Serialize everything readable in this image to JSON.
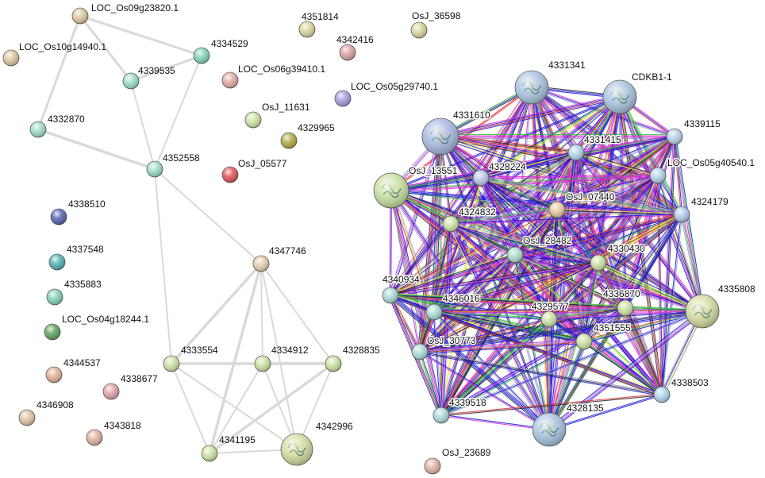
{
  "diagram": {
    "kind": "protein-interaction-network",
    "nodes": [
      {
        "id": "LOC_Os09g23820.1",
        "label": "LOC_Os09g23820.1",
        "color": "#d9c49c",
        "structure": false
      },
      {
        "id": "LOC_Os10g14940.1",
        "label": "LOC_Os10g14940.1",
        "color": "#d9c49c",
        "structure": false
      },
      {
        "id": "4334529",
        "label": "4334529",
        "color": "#7fd4b4",
        "structure": false
      },
      {
        "id": "4339535",
        "label": "4339535",
        "color": "#9adcc4",
        "structure": false
      },
      {
        "id": "4332870",
        "label": "4332870",
        "color": "#9adcc4",
        "structure": false
      },
      {
        "id": "4352558",
        "label": "4352558",
        "color": "#9adcc4",
        "structure": false
      },
      {
        "id": "4351814",
        "label": "4351814",
        "color": "#d8d49a",
        "structure": false
      },
      {
        "id": "OsJ_36598",
        "label": "OsJ_36598",
        "color": "#d8d49a",
        "structure": false
      },
      {
        "id": "4342416",
        "label": "4342416",
        "color": "#d9a0a0",
        "structure": false
      },
      {
        "id": "LOC_Os06g39410.1",
        "label": "LOC_Os06g39410.1",
        "color": "#e0a8a0",
        "structure": false
      },
      {
        "id": "LOC_Os05g29740.1",
        "label": "LOC_Os05g29740.1",
        "color": "#a59ae0",
        "structure": false
      },
      {
        "id": "OsJ_11631",
        "label": "OsJ_11631",
        "color": "#c9e3a0",
        "structure": false
      },
      {
        "id": "4329965",
        "label": "4329965",
        "color": "#b0a840",
        "structure": false
      },
      {
        "id": "OsJ_05577",
        "label": "OsJ_05577",
        "color": "#e05050",
        "structure": false
      },
      {
        "id": "4338510",
        "label": "4338510",
        "color": "#5060b0",
        "structure": false
      },
      {
        "id": "4337548",
        "label": "4337548",
        "color": "#50b0b0",
        "structure": false
      },
      {
        "id": "4335883",
        "label": "4335883",
        "color": "#80d0b0",
        "structure": false
      },
      {
        "id": "LOC_Os04g18244.1",
        "label": "LOC_Os04g18244.1",
        "color": "#5aa05a",
        "structure": false
      },
      {
        "id": "4344537",
        "label": "4344537",
        "color": "#e0b090",
        "structure": false
      },
      {
        "id": "4338677",
        "label": "4338677",
        "color": "#e0a0a8",
        "structure": false
      },
      {
        "id": "4346908",
        "label": "4346908",
        "color": "#e0c0a0",
        "structure": false
      },
      {
        "id": "4343818",
        "label": "4343818",
        "color": "#e0b0a0",
        "structure": false
      },
      {
        "id": "4347746",
        "label": "4347746",
        "color": "#e0cca8",
        "structure": false
      },
      {
        "id": "4333554",
        "label": "4333554",
        "color": "#c9e0a0",
        "structure": false
      },
      {
        "id": "4334912",
        "label": "4334912",
        "color": "#c9e0a0",
        "structure": false
      },
      {
        "id": "4328835",
        "label": "4328835",
        "color": "#c9e0a0",
        "structure": false
      },
      {
        "id": "4341195",
        "label": "4341195",
        "color": "#c9e0a0",
        "structure": false
      },
      {
        "id": "4342996",
        "label": "4342996",
        "color": "#d4dca0",
        "structure": true
      },
      {
        "id": "OsJ_23689",
        "label": "OsJ_23689",
        "color": "#e0b0a0",
        "structure": false
      },
      {
        "id": "4331341",
        "label": "4331341",
        "color": "#a8c4e0",
        "structure": true
      },
      {
        "id": "CDKB1-1",
        "label": "CDKB1-1",
        "color": "#a8c4e0",
        "structure": true
      },
      {
        "id": "4331610",
        "label": "4331610",
        "color": "#a8b8e0",
        "structure": true
      },
      {
        "id": "4339115",
        "label": "4339115",
        "color": "#b0d0e8",
        "structure": false
      },
      {
        "id": "4331415",
        "label": "4331415",
        "color": "#b0d0e8",
        "structure": false
      },
      {
        "id": "LOC_Os05g40540.1",
        "label": "LOC_Os05g40540.1",
        "color": "#b0d0e8",
        "structure": false
      },
      {
        "id": "OsJ_13551",
        "label": "OsJ_13551",
        "color": "#c8e0a0",
        "structure": true
      },
      {
        "id": "4328224",
        "label": "4328224",
        "color": "#b8c4e8",
        "structure": false
      },
      {
        "id": "OsJ_07440",
        "label": "OsJ_07440",
        "color": "#e8c8a0",
        "structure": false
      },
      {
        "id": "4324179",
        "label": "4324179",
        "color": "#b0c8e8",
        "structure": false
      },
      {
        "id": "4324832",
        "label": "4324832",
        "color": "#c9e0a0",
        "structure": false
      },
      {
        "id": "OsJ_28482",
        "label": "OsJ_28482",
        "color": "#a8d8c4",
        "structure": false
      },
      {
        "id": "4330430",
        "label": "4330430",
        "color": "#c9e0a0",
        "structure": false
      },
      {
        "id": "4340934",
        "label": "4340934",
        "color": "#a8d8d4",
        "structure": false
      },
      {
        "id": "4346016",
        "label": "4346016",
        "color": "#a8d8d4",
        "structure": false
      },
      {
        "id": "4336870",
        "label": "4336870",
        "color": "#c9e0a0",
        "structure": false
      },
      {
        "id": "4329577",
        "label": "4329577",
        "color": "#c9e0a0",
        "structure": false
      },
      {
        "id": "4335808",
        "label": "4335808",
        "color": "#d4dca0",
        "structure": true
      },
      {
        "id": "4351555",
        "label": "4351555",
        "color": "#c9e0a0",
        "structure": false
      },
      {
        "id": "OsJ_30773",
        "label": "OsJ_30773",
        "color": "#a8d8d4",
        "structure": false
      },
      {
        "id": "4338503",
        "label": "4338503",
        "color": "#a8d4e8",
        "structure": false
      },
      {
        "id": "4339518",
        "label": "4339518",
        "color": "#a8d8d4",
        "structure": false
      },
      {
        "id": "4328135",
        "label": "4328135",
        "color": "#a8c4e0",
        "structure": true
      }
    ],
    "edges_left": [
      [
        "LOC_Os09g23820.1",
        "4334529"
      ],
      [
        "LOC_Os09g23820.1",
        "4339535"
      ],
      [
        "LOC_Os09g23820.1",
        "4332870"
      ],
      [
        "4334529",
        "4339535"
      ],
      [
        "4334529",
        "4352558"
      ],
      [
        "4339535",
        "4352558"
      ],
      [
        "4332870",
        "4352558"
      ],
      [
        "4352558",
        "4347746"
      ],
      [
        "4352558",
        "4333554"
      ],
      [
        "4347746",
        "4333554"
      ],
      [
        "4347746",
        "4334912"
      ],
      [
        "4347746",
        "4328835"
      ],
      [
        "4347746",
        "4341195"
      ],
      [
        "4347746",
        "4342996"
      ],
      [
        "4333554",
        "4334912"
      ],
      [
        "4333554",
        "4328835"
      ],
      [
        "4333554",
        "4341195"
      ],
      [
        "4333554",
        "4342996"
      ],
      [
        "4334912",
        "4328835"
      ],
      [
        "4334912",
        "4341195"
      ],
      [
        "4334912",
        "4342996"
      ],
      [
        "4328835",
        "4341195"
      ],
      [
        "4328835",
        "4342996"
      ],
      [
        "4341195",
        "4342996"
      ]
    ],
    "cluster": [
      "4331341",
      "CDKB1-1",
      "4331610",
      "4339115",
      "4331415",
      "LOC_Os05g40540.1",
      "OsJ_13551",
      "4328224",
      "OsJ_07440",
      "4324179",
      "4324832",
      "OsJ_28482",
      "4330430",
      "4340934",
      "4346016",
      "4336870",
      "4329577",
      "4335808",
      "4351555",
      "OsJ_30773",
      "4338503",
      "4339518",
      "4328135"
    ],
    "edge_colors": [
      "#1a1ad6",
      "#1a1ad6",
      "#1a1ad6",
      "#d62ad6",
      "#d62ad6",
      "#2a2a2a",
      "#e8e84a",
      "#9a9ad0",
      "#30c030",
      "#e03030"
    ],
    "edge_style": {
      "left_color": "#d9d9d9"
    }
  }
}
